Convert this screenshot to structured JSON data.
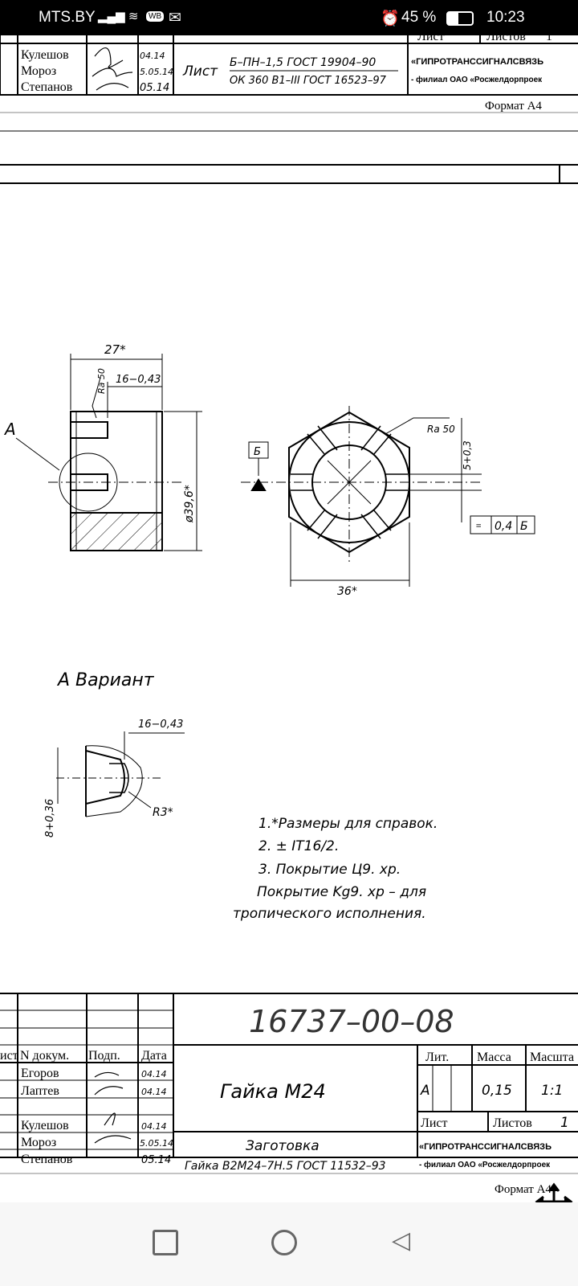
{
  "status": {
    "carrier": "MTS.BY",
    "battery": "45 %",
    "time": "10:23",
    "icons": [
      "signal-icon",
      "wifi-icon",
      "wb-icon",
      "mail-icon",
      "alarm-icon",
      "battery-icon"
    ]
  },
  "top_block": {
    "sheet": "Лист",
    "sheets": "Листов",
    "sheets_val": "1",
    "names": [
      "Кулешов",
      "Мороз",
      "Степанов"
    ],
    "dates": [
      "04.14",
      "5.05.14",
      "05.14"
    ],
    "list_label": "Лист",
    "material1": "Б–ПН–1,5 ГОСТ 19904–90",
    "material2": "ОК 360 В1–III ГОСТ 16523–97",
    "org1": "«ГИПРОТРАНССИГНАЛСВЯЗЬ",
    "org2": "- филиал ОАО «Росжелдорпроек",
    "format": "Формат А4"
  },
  "drawing": {
    "dim_27": "27*",
    "ra_50": "Ra 50",
    "dim_16": "16−0,43",
    "label_A": "А",
    "dim_d": "ø39,6*",
    "base_B": "Б",
    "dim_36": "36*",
    "dim_5": "5+0,3",
    "tol_val": "0,4",
    "tol_base": "Б",
    "ra_50b": "Ra 50",
    "variant": "А Вариант",
    "v_dim16": "16−0,43",
    "v_dim8": "8+0,36",
    "v_r3": "R3*"
  },
  "notes": [
    "1.*Размеры для справок.",
    "2.  ± IT16/2.",
    "3.  Покрытие Ц9. хр.",
    "Покрытие Kg9. хр  –  для",
    "тропического  исполнения."
  ],
  "title_block": {
    "code": "16737–00–08",
    "hdr": [
      "ист",
      "N  докум.",
      "Подп.",
      "Дата"
    ],
    "rows": [
      [
        "Егоров",
        "04.14"
      ],
      [
        "Лаптев",
        "04.14"
      ],
      [
        "",
        ""
      ],
      [
        "Кулешов",
        "04.14"
      ],
      [
        "Мороз",
        "5.05.14"
      ],
      [
        "Степанов",
        "05.14"
      ]
    ],
    "name": "Гайка  М24",
    "lit": "Лит.",
    "mass": "Масса",
    "scale": "Масшта",
    "lit_val": "А",
    "mass_val": "0,15",
    "scale_val": "1:1",
    "sheet": "Лист",
    "sheets": "Листов",
    "sheets_val": "1",
    "blank": "Заготовка",
    "blank_spec": "Гайка  В2М24–7Н.5  ГОСТ  11532–93",
    "org1": "«ГИПРОТРАНССИГНАЛСВЯЗЬ",
    "org2": "- филиал ОАО «Росжелдорпроек",
    "format": "Формат А4"
  }
}
